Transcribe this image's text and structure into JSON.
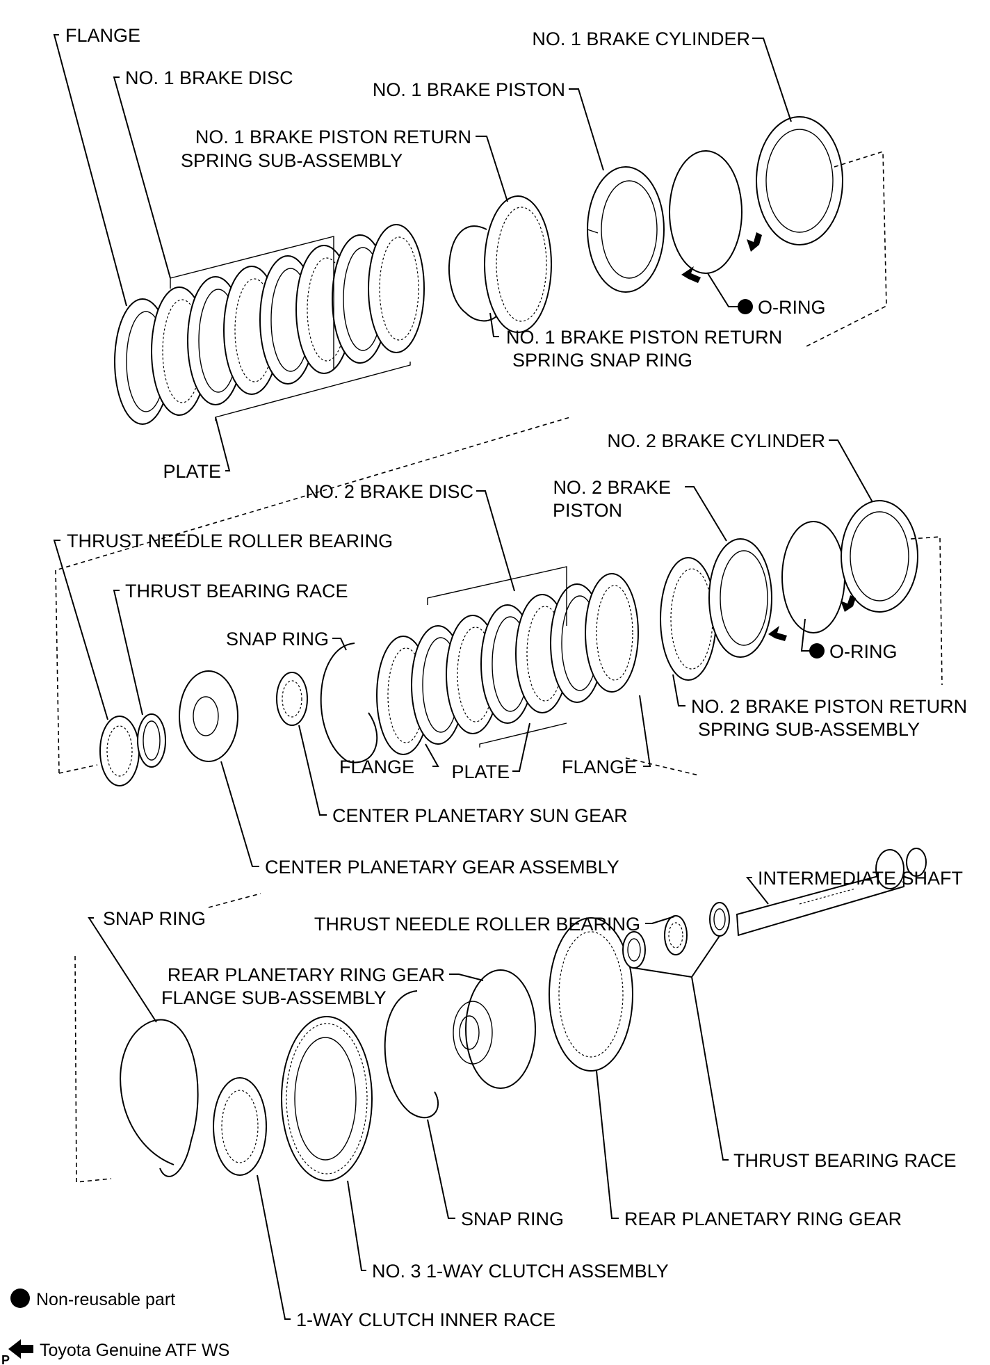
{
  "labels": {
    "flange_top": "FLANGE",
    "no1_brake_disc": "NO. 1 BRAKE DISC",
    "no1_brake_cylinder": "NO. 1 BRAKE CYLINDER",
    "no1_brake_piston": "NO. 1 BRAKE PISTON",
    "no1_return_spring_l1": "NO. 1 BRAKE PISTON RETURN",
    "no1_return_spring_l2": "SPRING SUB-ASSEMBLY",
    "o_ring_top": "O-RING",
    "no1_snap_ring_l1": "NO. 1 BRAKE PISTON RETURN",
    "no1_snap_ring_l2": "SPRING SNAP RING",
    "plate_top": "PLATE",
    "no2_brake_cylinder": "NO. 2 BRAKE CYLINDER",
    "no2_brake_disc": "NO. 2 BRAKE DISC",
    "no2_brake_piston_l1": "NO. 2 BRAKE",
    "no2_brake_piston_l2": "PISTON",
    "thrust_needle_top": "THRUST NEEDLE ROLLER BEARING",
    "thrust_race_top": "THRUST BEARING RACE",
    "snap_ring_mid": "SNAP RING",
    "o_ring_mid": "O-RING",
    "no2_return_spring_l1": "NO. 2 BRAKE PISTON RETURN",
    "no2_return_spring_l2": "SPRING SUB-ASSEMBLY",
    "flange_mid_left": "FLANGE",
    "plate_mid": "PLATE",
    "flange_mid_right": "FLANGE",
    "center_sun_gear": "CENTER PLANETARY SUN GEAR",
    "center_gear_assy": "CENTER PLANETARY GEAR ASSEMBLY",
    "intermediate_shaft": "INTERMEDIATE SHAFT",
    "snap_ring_bottom": "SNAP RING",
    "thrust_needle_bottom": "THRUST NEEDLE ROLLER BEARING",
    "rear_ring_flange_l1": "REAR PLANETARY RING GEAR",
    "rear_ring_flange_l2": "FLANGE SUB-ASSEMBLY",
    "thrust_race_bottom": "THRUST BEARING RACE",
    "snap_ring_lower": "SNAP RING",
    "rear_ring_gear": "REAR PLANETARY RING GEAR",
    "no3_one_way_clutch": "NO. 3 1-WAY CLUTCH ASSEMBLY",
    "one_way_inner_race": "1-WAY CLUTCH INNER RACE"
  },
  "legend": {
    "non_reusable": "Non-reusable part",
    "atf": "Toyota Genuine ATF WS"
  },
  "corner_mark": "P"
}
